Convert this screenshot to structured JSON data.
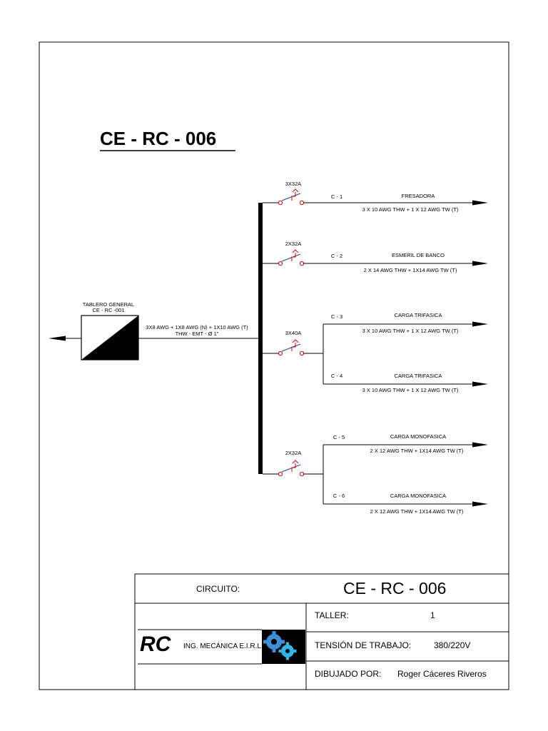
{
  "drawing": {
    "title": "CE - RC - 006",
    "source_panel": {
      "name_line1": "TABLERO GENERAL",
      "name_line2": "CE - RC -001"
    },
    "feeder": {
      "spec_line1": "3X8 AWG + 1X8 AWG (N) + 1X10 AWG  (T)",
      "spec_line2": "THW  -  EMT - Ø 1\""
    },
    "breakers": [
      "3X32A",
      "2X32A",
      "3X40A",
      "2X32A"
    ],
    "circuits": [
      {
        "id": "C - 1",
        "load": "FRESADORA",
        "cable": "3  X 10 AWG THW + 1 X 12 AWG  TW (T)"
      },
      {
        "id": "C - 2",
        "load": "ESMERIL DE BANCO",
        "cable": "2 X 14 AWG THW +  1X14 AWG TW (T)"
      },
      {
        "id": "C - 3",
        "load": "CARGA TRIFASICA",
        "cable": "3  X 10 AWG THW + 1 X 12 AWG  TW (T)"
      },
      {
        "id": "C - 4",
        "load": "CARGA TRIFASICA",
        "cable": "3  X 10 AWG THW + 1 X 12 AWG  TW (T)"
      },
      {
        "id": "C - 5",
        "load": "CARGA MONOFASICA",
        "cable": "2 X 12 AWG THW +  1X14 AWG TW (T)"
      },
      {
        "id": "C - 6",
        "load": "CARGA MONOFASICA",
        "cable": "2 X 12 AWG THW +  1X14 AWG TW (T)"
      }
    ]
  },
  "title_block": {
    "circuit_label": "CIRCUITO:",
    "circuit_value": "CE - RC - 006",
    "workshop_label": "TALLER:",
    "workshop_value": "1",
    "voltage_label": "TENSIÓN DE TRABAJO:",
    "voltage_value": "380/220V",
    "drawn_by_label": "DIBUJADO POR:",
    "drawn_by_value": "Roger Cáceres Riveros"
  },
  "logo": {
    "brand": "RC",
    "company": "ING. MECÁNICA E.I.R.L."
  },
  "colors": {
    "line": "#000000",
    "breaker_accent": "#e00000",
    "breaker_blade": "#1f3fbf",
    "logo_panel": "#000000",
    "logo_gear": "#3a8fd8"
  }
}
